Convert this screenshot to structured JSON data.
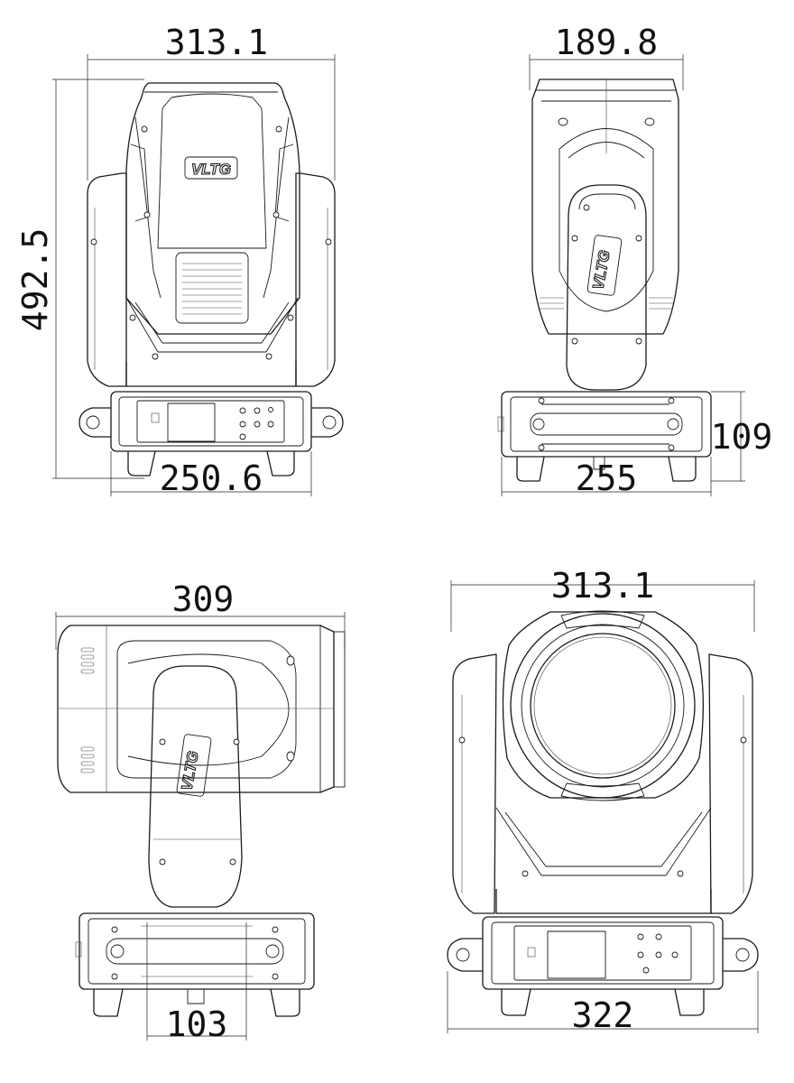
{
  "front_view": {
    "width_label": "313.1",
    "height_label": "492.5",
    "base_width_label": "250.6",
    "logo": "VLTG"
  },
  "side_view": {
    "width_label": "189.8",
    "base_height_label": "109",
    "base_width_label": "255",
    "logo": "VLTG"
  },
  "top_view": {
    "length_label": "309",
    "base_label": "103",
    "logo": "VLTG"
  },
  "lens_view": {
    "width_label": "313.1",
    "base_width_label": "322"
  }
}
